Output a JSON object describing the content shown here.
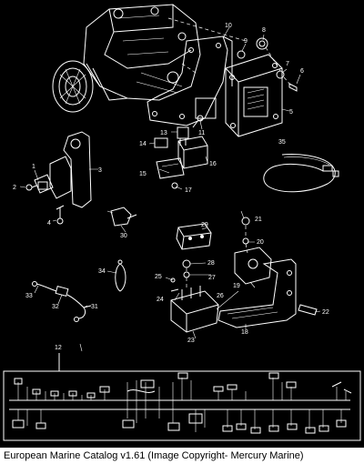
{
  "caption": "European Marine Catalog v1.61 (Image Copyright- Mercury Marine)",
  "callouts": {
    "c1": "1",
    "c2": "2",
    "c3": "3",
    "c4": "4",
    "c5": "5",
    "c6": "6",
    "c7": "7",
    "c8": "8",
    "c9": "9",
    "c10": "10",
    "c11": "11",
    "c12": "12",
    "c13": "13",
    "c14": "14",
    "c15": "15",
    "c16": "16",
    "c17": "17",
    "c18": "18",
    "c19": "19",
    "c20": "20",
    "c21": "21",
    "c22": "22",
    "c23": "23",
    "c24": "24",
    "c25": "25",
    "c26": "26",
    "c27": "27",
    "c28": "28",
    "c29": "29",
    "c30": "30",
    "c31": "31",
    "c32": "32",
    "c33": "33",
    "c34": "34",
    "c35": "35"
  }
}
